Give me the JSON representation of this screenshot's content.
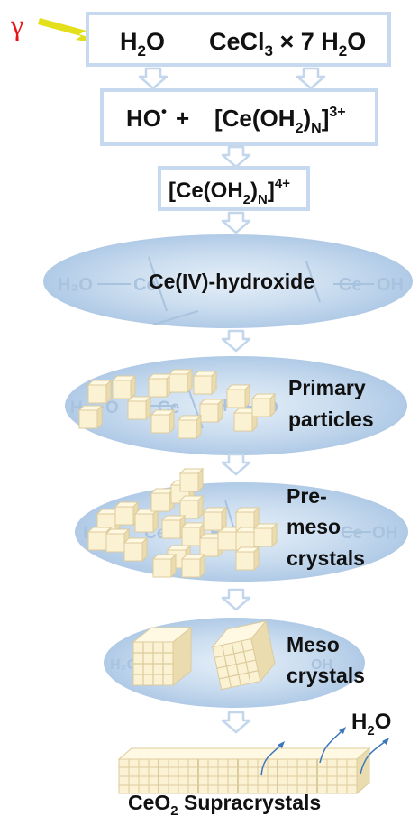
{
  "gamma": "γ",
  "box1": {
    "h2o": {
      "base": "H",
      "sub": "2",
      "rest": "O"
    },
    "cecl": {
      "base": "CeCl",
      "sub": "3",
      "rest": " × 7 H",
      "sub2": "2",
      "rest2": "O"
    }
  },
  "box2": {
    "radical": "HO",
    "radical_dot": "•",
    "plus": "+",
    "complex": {
      "open": "[Ce(OH",
      "sub": "2",
      "mid": ")",
      "sub2": "N",
      "close": "]",
      "sup": "3+"
    }
  },
  "box3": {
    "complex": {
      "open": "[Ce(OH",
      "sub": "2",
      "mid": ")",
      "sub2": "N",
      "close": "]",
      "sup": "4+"
    }
  },
  "stages": {
    "hydroxide": "Ce(IV)-hydroxide",
    "primary": [
      "Primary",
      "particles"
    ],
    "premeso": [
      "Pre-",
      "meso",
      "crystals"
    ],
    "meso": [
      "Meso",
      "crystals"
    ]
  },
  "faint_text": {
    "h2o": "H₂O",
    "ce": "Ce",
    "oh": "OH",
    "h": "H",
    "o": "O"
  },
  "release_h2o": {
    "base": "H",
    "sub": "2",
    "rest": "O"
  },
  "final": {
    "base": "CeO",
    "sub": "2",
    "rest": " Supracrystals"
  },
  "colors": {
    "gamma_red": "#e8141c",
    "bolt_yellow": "#e3df1a",
    "box_border": "#c7d9ee",
    "arrow_blue": "#c7d9ee",
    "ellipse_blue": "#b7d0ea",
    "cube_face": "#fbf2d3",
    "cube_edge": "#d9c79a",
    "faint_text": "#a9c3df",
    "outflow_arrow": "#3c77bc"
  }
}
